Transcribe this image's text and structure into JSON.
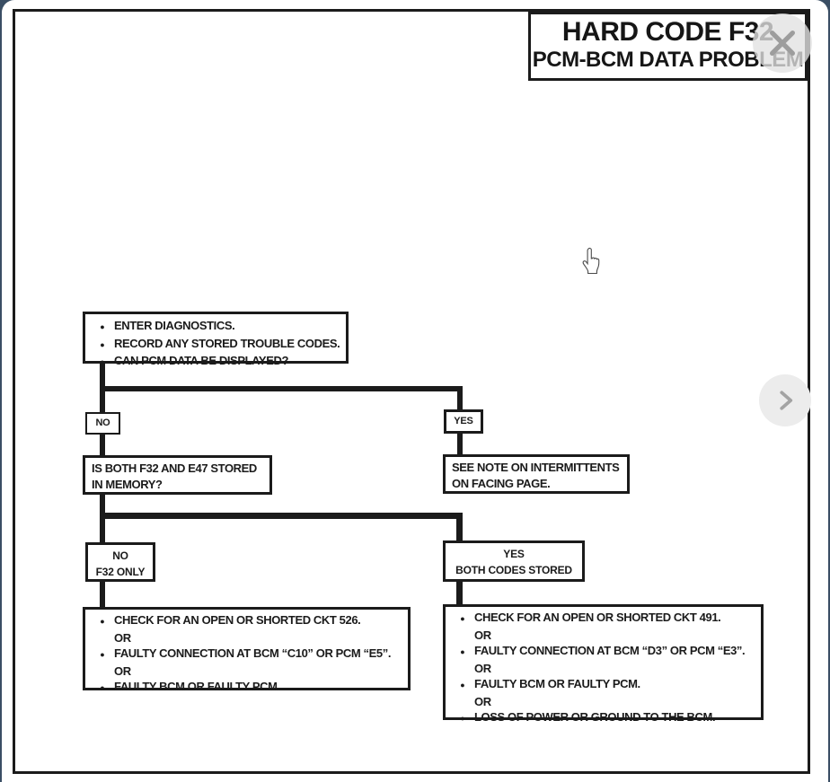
{
  "title": {
    "line1": "HARD CODE F32",
    "line2": "PCM-BCM DATA PROBLEM"
  },
  "viewer": {
    "close_icon": "✕",
    "next_icon": "›"
  },
  "glyphs": {
    "bullet": "●"
  },
  "flowchart": {
    "start": {
      "items": [
        "ENTER DIAGNOSTICS.",
        "RECORD ANY STORED TROUBLE CODES.",
        "CAN PCM DATA BE DISPLAYED?"
      ]
    },
    "branch1": {
      "no": "NO",
      "yes": "YES"
    },
    "question": {
      "line1": "IS BOTH F32 AND E47 STORED",
      "line2": "IN MEMORY?"
    },
    "see_note": {
      "line1": "SEE NOTE ON INTERMITTENTS",
      "line2": "ON FACING PAGE."
    },
    "no_f32": {
      "line1": "NO",
      "line2": "F32 ONLY"
    },
    "yes_both": {
      "line1": "YES",
      "line2": "BOTH CODES STORED"
    },
    "left_result": {
      "items": [
        "CHECK FOR AN OPEN OR SHORTED CKT 526.",
        "OR",
        "FAULTY CONNECTION AT BCM “C10” OR PCM “E5”.",
        "OR",
        "FAULTY BCM OR FAULTY PCM."
      ]
    },
    "right_result": {
      "items": [
        "CHECK FOR AN OPEN OR SHORTED CKT 491.",
        "OR",
        "FAULTY CONNECTION AT BCM “D3” OR PCM “E3”.",
        "OR",
        "FAULTY BCM OR FAULTY PCM.",
        "OR",
        "LOSS OF POWER OR GROUND TO THE BCM."
      ]
    }
  },
  "colors": {
    "ink": "#1b1b1b",
    "app_background": "#3a4e64",
    "control_gray": "#9d9d9d"
  }
}
